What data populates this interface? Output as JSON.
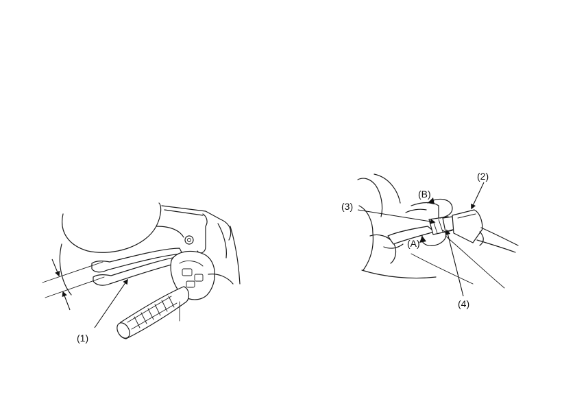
{
  "figure_left": {
    "labels": {
      "lever": "(1)"
    }
  },
  "figure_right": {
    "labels": {
      "cable_cover": "(2)",
      "adjuster": "(3)",
      "locknut": "(4)",
      "direction_a": "(A)",
      "direction_b": "(B)"
    }
  },
  "colors": {
    "line": "#1a1a1a",
    "background": "#ffffff"
  }
}
